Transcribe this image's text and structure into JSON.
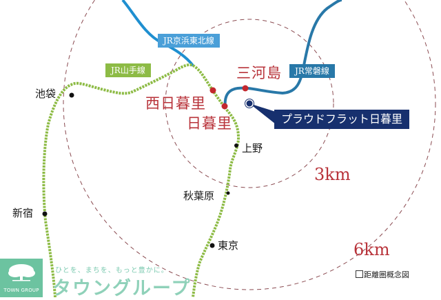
{
  "map": {
    "lines": [
      {
        "id": "keihin_tohoku",
        "label": "JR京浜東北線",
        "color": "#1f8fd0"
      },
      {
        "id": "yamanote",
        "label": "JR山手線",
        "color": "#8dbb45"
      },
      {
        "id": "joban",
        "label": "JR常磐線",
        "color": "#2878a8"
      }
    ],
    "stations": {
      "ikebukuro": "池袋",
      "shinjuku": "新宿",
      "ueno": "上野",
      "akihabara": "秋葉原",
      "tokyo": "東京",
      "nishi_nippori": "西日暮里",
      "nippori": "日暮里",
      "mikawashima": "三河島"
    },
    "property": {
      "name": "プラウドフラット日暮里",
      "color": "#17306e"
    },
    "radius_labels": {
      "inner": "3km",
      "outer": "6km"
    },
    "legend": "距離圏概念図",
    "accent_red": "#b8333a"
  },
  "branding": {
    "logo_text": "TOWN GROUP",
    "slogan": "ひとを、まちを、もっと豊かに。",
    "name": "タウングループ",
    "color": "#6cc3a0"
  }
}
